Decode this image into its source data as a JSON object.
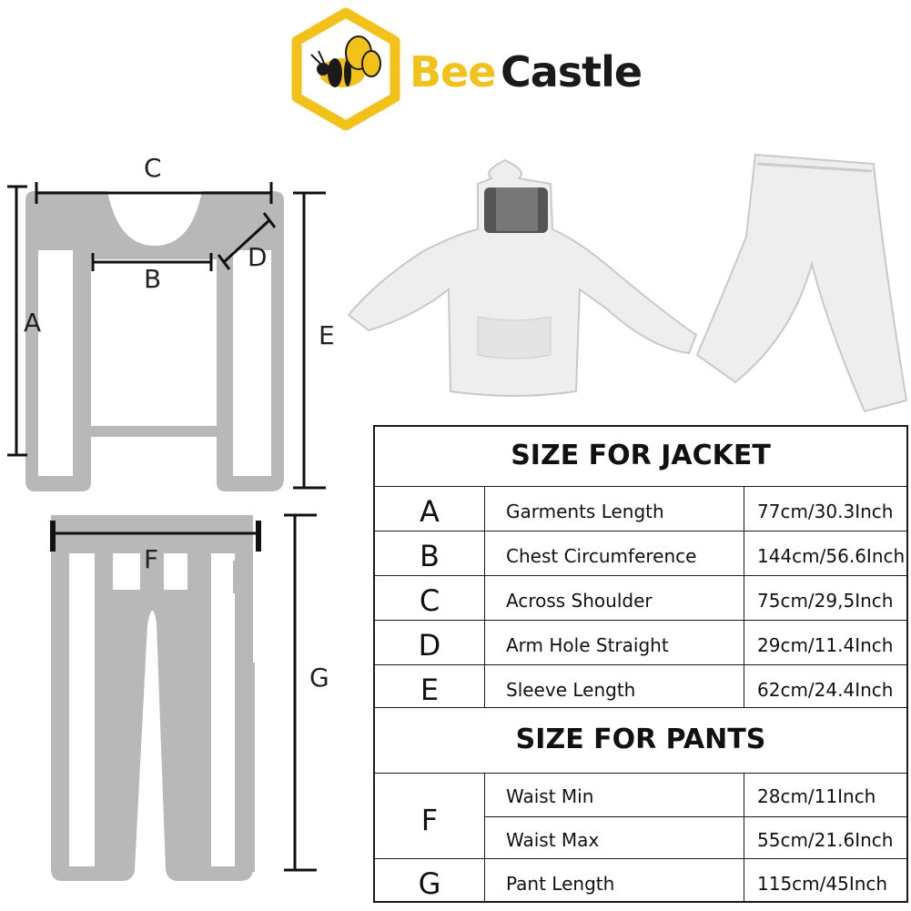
{
  "brand": {
    "part1": "Bee",
    "part2": "Castle"
  },
  "diagram": {
    "jacket_labels": {
      "a": "A",
      "b": "B",
      "c": "C",
      "d": "D",
      "e": "E"
    },
    "pants_labels": {
      "f": "F",
      "g": "G"
    }
  },
  "table": {
    "jacket_title": "SIZE FOR JACKET",
    "jacket_rows": [
      {
        "letter": "A",
        "name": "Garments Length",
        "value": "77cm/30.3Inch"
      },
      {
        "letter": "B",
        "name": "Chest Circumference",
        "value": "144cm/56.6Inch"
      },
      {
        "letter": "C",
        "name": "Across Shoulder",
        "value": "75cm/29,5Inch"
      },
      {
        "letter": "D",
        "name": "Arm Hole Straight",
        "value": "29cm/11.4Inch"
      },
      {
        "letter": "E",
        "name": "Sleeve Length",
        "value": "62cm/24.4Inch"
      }
    ],
    "pants_title": "SIZE FOR PANTS",
    "pants_rows": [
      {
        "letter": "F",
        "name": "Waist Min",
        "value": "28cm/11Inch"
      },
      {
        "letter": "",
        "name": "Waist Max",
        "value": "55cm/21.6Inch"
      },
      {
        "letter": "G",
        "name": "Pant Length",
        "value": "115cm/45Inch"
      }
    ]
  }
}
